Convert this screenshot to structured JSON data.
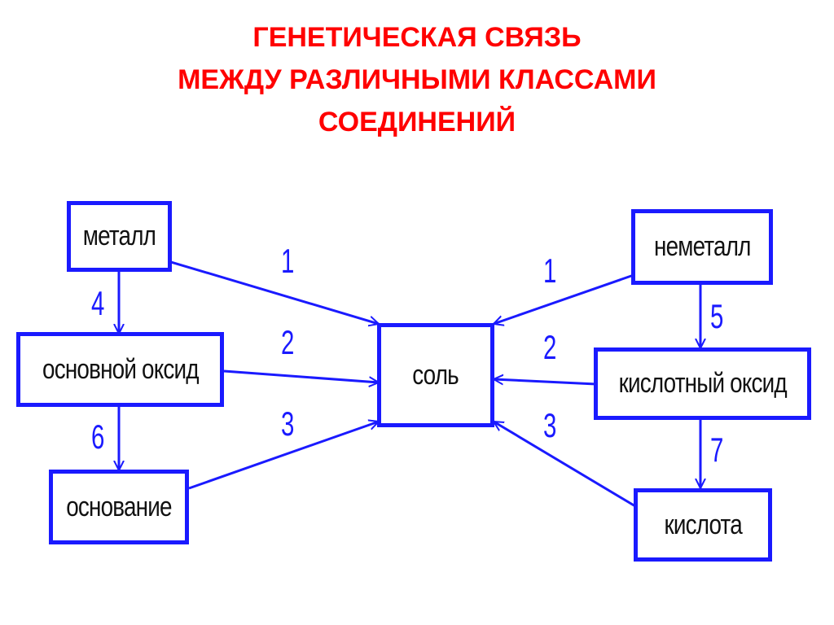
{
  "title": {
    "line1": "ГЕНЕТИЧЕСКАЯ СВЯЗЬ",
    "line2": "МЕЖДУ РАЗЛИЧНЫМИ КЛАССАМИ",
    "line3": "СОЕДИНЕНИЙ"
  },
  "nodes": {
    "metal": "металл",
    "basic_oxide": "основной оксид",
    "base": "основание",
    "salt": "соль",
    "nonmetal": "неметалл",
    "acidic_oxide": "кислотный оксид",
    "acid": "кислота"
  },
  "edges": {
    "metal_to_salt": "1",
    "basic_oxide_to_salt": "2",
    "base_to_salt": "3",
    "nonmetal_to_salt": "1",
    "acidic_oxide_to_salt": "2",
    "acid_to_salt": "3",
    "metal_to_basic_oxide": "4",
    "nonmetal_to_acidic_oxide": "5",
    "basic_oxide_to_base": "6",
    "acidic_oxide_to_acid": "7"
  },
  "colors": {
    "title": "#ff0000",
    "border": "#1a1aff",
    "arrow": "#1a1aff",
    "text": "#111111"
  }
}
